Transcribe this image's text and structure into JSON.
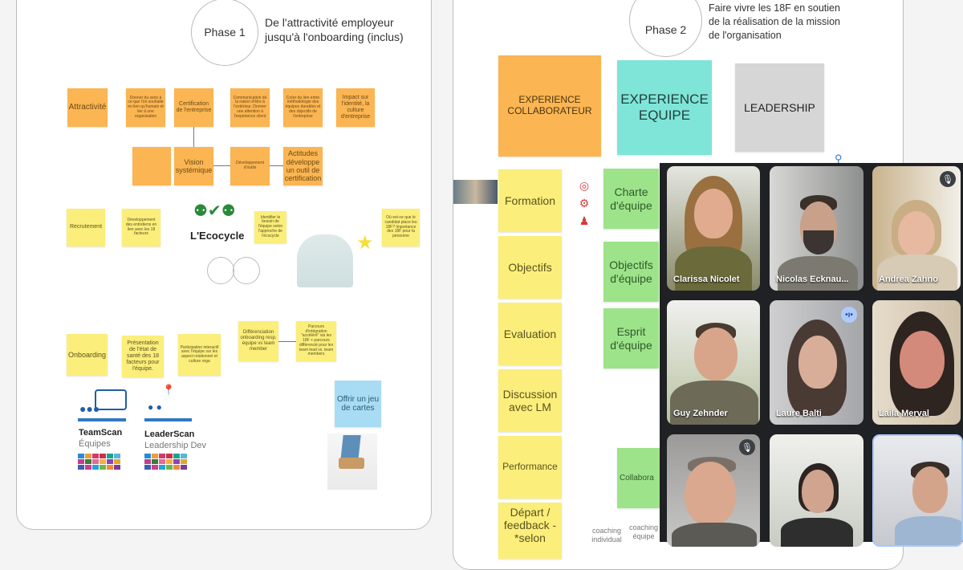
{
  "phase1": {
    "label": "Phase 1",
    "description": "De l'attractivité employeur jusqu'à l'onboarding (inclus)",
    "row1": [
      "Attractivité",
      "Donner du sens à ce que l'on souhaite en lien qu'humain et lier à une organisation",
      "Certification de l'entreprise",
      "Communication de la raison d'être à l'extérieur. Donner une attention à l'expérience client",
      "Créer du lien entre méthodologie des équipes durables et des objectifs de l'entreprise",
      "Impact sur l'identité, la culture d'entreprise"
    ],
    "row2": [
      "",
      "Vision systémique",
      "Développement d'outils",
      "Actitudes développe un outil de certification"
    ],
    "recrutement": [
      "Recrutement",
      "Développement des entretiens en lien avec les 18 facteurs",
      "Identifier le besoin de l'équipe selon l'approche de l'écocycle",
      "Où est-ce que le candidat place les 18F? Importance des 18F pour la personne"
    ],
    "ecocycle_title": "L'Ecocycle",
    "onboarding": [
      "Onboarding",
      "Présentation de l'état de santé des 18 facteurs pour l'équipe.",
      "Participation interactif avec l'équipe sur les aspect relationnel et culture orga",
      "Différenciation onboarding resp. équipe vs team member",
      "Parcours d'intégration \"accéléré\" via les 18F + parcours différencié pour les team lead vs. team members"
    ],
    "teamscan": {
      "title": "TeamScan",
      "subtitle": "Équipes"
    },
    "leaderscan": {
      "title": "LeaderScan",
      "subtitle": "Leadership Dev"
    },
    "cards_note": "Offrir un jeu de cartes"
  },
  "phase2": {
    "label": "Phase 2",
    "description": "Faire vivre les 18F en soutien de la réalisation de la mission de l'organisation",
    "headers": [
      "EXPERIENCE COLLABORATEUR",
      "EXPERIENCE EQUIPE",
      "LEADERSHIP"
    ],
    "collab_items": [
      "Formation",
      "Objectifs",
      "Evaluation",
      "Discussion avec LM",
      "Performance",
      "Départ / feedback - *selon"
    ],
    "equipe_items": [
      "Charte d'équipe",
      "Objectifs d'équipe",
      "Esprit d'équipe",
      "Collabora"
    ],
    "coaching": [
      "coaching individual",
      "coaching équipe"
    ]
  },
  "call": {
    "participants": [
      {
        "name": "Clarissa Nicolet",
        "muted": false
      },
      {
        "name": "Nicolas Ecknau...",
        "muted": false
      },
      {
        "name": "Andrea Zahno",
        "muted": true
      },
      {
        "name": "Guy Zehnder",
        "muted": false
      },
      {
        "name": "Laure Balti",
        "muted": false,
        "speaking": true
      },
      {
        "name": "Laila Merval",
        "muted": false
      },
      {
        "name": "",
        "muted": true
      },
      {
        "name": "",
        "muted": false
      },
      {
        "name": "",
        "muted": false,
        "pinned": true
      }
    ]
  },
  "colors": {
    "orange": "#fbb552",
    "yellow": "#fbee7a",
    "green": "#9de38a",
    "teal": "#7fe5d8",
    "gray": "#d6d6d6",
    "blue": "#a8dcf5",
    "call_bg": "#202124"
  }
}
